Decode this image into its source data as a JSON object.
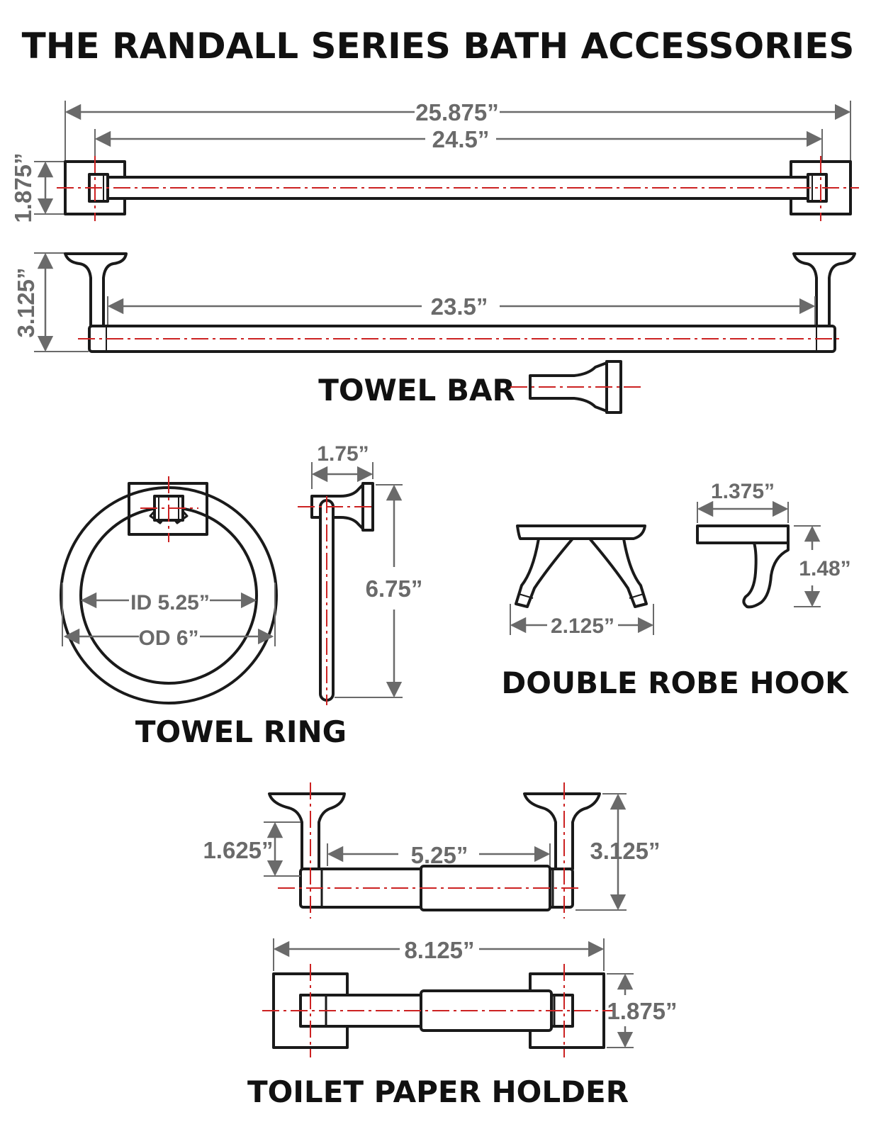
{
  "title": "THE RANDALL SERIES BATH ACCESSORIES",
  "colors": {
    "outline": "#1a1a1a",
    "dimension": "#6a6a6a",
    "centerline": "#cc2222",
    "background": "#ffffff"
  },
  "towel_bar": {
    "label": "TOWEL BAR",
    "overall_length": "25.875”",
    "bracket_span": "24.5”",
    "bar_length": "23.5”",
    "base_height": "1.875”",
    "projection": "3.125”"
  },
  "towel_ring": {
    "label": "TOWEL RING",
    "inner_diameter": "ID 5.25”",
    "outer_diameter": "OD 6”",
    "projection": "1.75”",
    "height": "6.75”"
  },
  "robe_hook": {
    "label": "DOUBLE ROBE HOOK",
    "width": "2.125”",
    "projection": "1.375”",
    "height": "1.48”"
  },
  "toilet_paper_holder": {
    "label": "TOILET PAPER HOLDER",
    "arm_height": "1.625”",
    "roll_width": "5.25”",
    "projection": "3.125”",
    "overall_length": "8.125”",
    "base_height": "1.875”"
  }
}
